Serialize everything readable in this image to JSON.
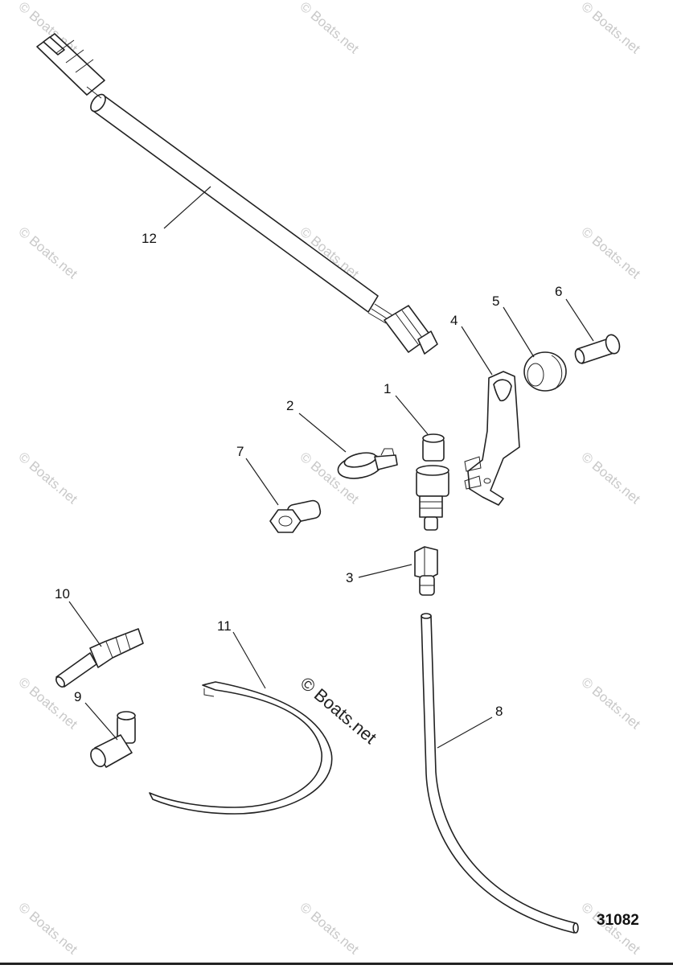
{
  "diagram": {
    "callouts": [
      {
        "id": "1",
        "label": "1"
      },
      {
        "id": "2",
        "label": "2"
      },
      {
        "id": "3",
        "label": "3"
      },
      {
        "id": "4",
        "label": "4"
      },
      {
        "id": "5",
        "label": "5"
      },
      {
        "id": "6",
        "label": "6"
      },
      {
        "id": "7",
        "label": "7"
      },
      {
        "id": "8",
        "label": "8"
      },
      {
        "id": "9",
        "label": "9"
      },
      {
        "id": "10",
        "label": "10"
      },
      {
        "id": "11",
        "label": "11"
      },
      {
        "id": "12",
        "label": "12"
      }
    ],
    "illustration_number": "31082",
    "watermark_text": "© Boats.net",
    "center_watermark": "© Boats.net"
  }
}
